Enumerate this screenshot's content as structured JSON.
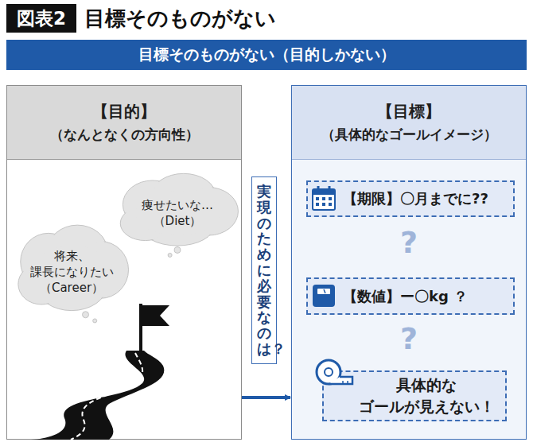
{
  "diagram": {
    "title": "目標そのものがない",
    "nodes": [
      {
        "text": [
          "目標そのものがない（目的しかない）"
        ]
      },
      {
        "text": [
          "【目的】",
          "（なんとなくの方向性）"
        ]
      },
      {
        "text": [
          "痩せたいな… （Diet）"
        ],
        "in": 1
      },
      {
        "text": [
          "将来、 課長になりたい （Career）"
        ],
        "in": 1
      },
      {
        "text": [
          "実現のために必要なのは？"
        ]
      },
      {
        "text": [
          "【目標】",
          "（具体的なゴールイメージ）"
        ]
      },
      {
        "text": [
          "【期限】〇月までに??"
        ],
        "in": 5
      },
      {
        "text": [
          "【数値】ー〇kg ？"
        ],
        "in": 5
      },
      {
        "text": [
          "具体的な ゴールが見えない！"
        ],
        "in": 5
      }
    ],
    "edges": [
      {
        "from": 1,
        "to": 5,
        "arrow": "to"
      }
    ],
    "labels": [
      "図表2",
      "?",
      "?"
    ]
  }
}
